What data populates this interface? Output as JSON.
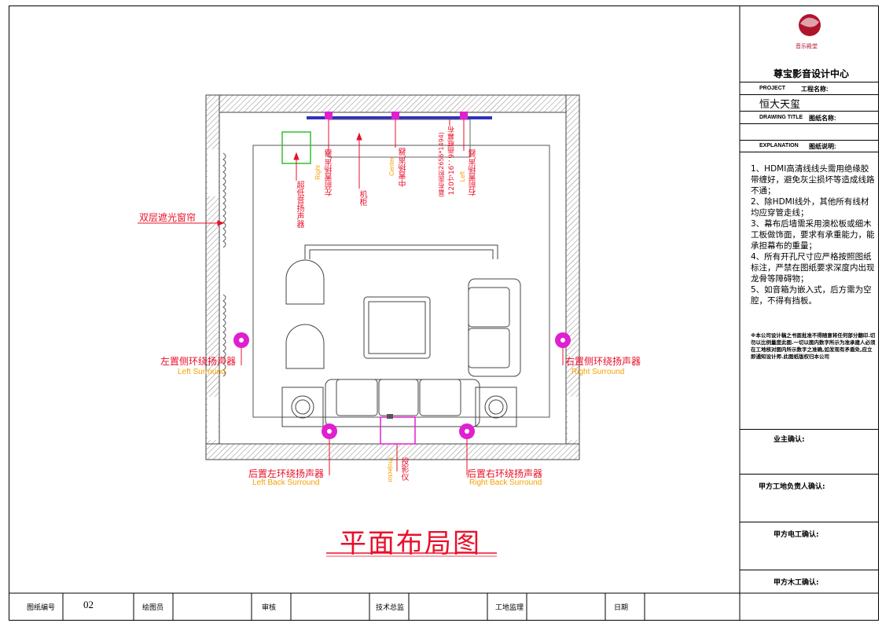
{
  "title_block": {
    "company": "尊宝影音设计中心",
    "logo_text": "音乐殿堂",
    "project_label_en": "PROJECT",
    "project_label_cn": "工程名称:",
    "project_name": "恒大天玺",
    "drawing_title_label_en": "DRAWING TITLE",
    "drawing_title_label_cn": "图纸名称:",
    "explanation_label_en": "EXPLANATION",
    "explanation_label_cn": "图纸说明:",
    "notes": [
      "1、HDMI高清线线头需用绝缘胶带缠好，避免灰尘损坏等造成线路不通；",
      "2、除HDMI线外，其他所有线材均应穿管走线；",
      "3、幕布后墙需采用澳松板或细木工板做饰面，要求有承重能力，能承担幕布的重量；",
      "4、所有开孔尺寸应严格按照图纸标注，严禁在图纸要求深度内出现龙骨等障碍物；",
      "5、如音箱为嵌入式，后方需为空腔，不得有挡板。"
    ],
    "disclaimer": "※本公司设计稿之书面批准不得随意将任何部分翻印.切勿以比例量度此图.一切以图内数字所示为准承建人必须在工地核对图内所示数字之准确,如发现有矛盾处,应立即通知设计师.此图纸版权归本公司",
    "confirmations": [
      "业主确认:",
      "甲方工地负责人确认:",
      "甲方电工确认:",
      "甲方木工确认:"
    ]
  },
  "bottom_bar": {
    "drawing_no_label": "图纸编号",
    "drawing_no": "02",
    "drafter_label": "绘图员",
    "reviewer_label": "审核",
    "tech_director_label": "技术总监",
    "site_supervisor_label": "工地监理",
    "date_label": "日期"
  },
  "plan_labels": {
    "drawing_title": "平面布局图",
    "curtain": "双层遮光窗帘",
    "left_surround_cn": "左置侧环绕扬声器",
    "left_surround_en": "Left Surround",
    "right_surround_cn": "右置侧环绕扬声器",
    "right_surround_en": "Right Surround",
    "rear_left_cn": "后置左环绕扬声器",
    "rear_left_en": "Left Back Surround",
    "rear_right_cn": "后置右环绕扬声器",
    "rear_right_en": "Right Back Surround",
    "projector_cn": "投影仪",
    "projector_en": "Projector",
    "front_left_cn": "左前置扬声器",
    "front_left_en": "Right",
    "center_cn": "中置扬声器",
    "center_en": "Center",
    "front_right_cn": "右前置扬声器",
    "front_right_en": "Left",
    "subwoofer_cn": "超低音扬声器",
    "cabinet_cn": "机柜",
    "screen_cn": "120寸16：9画框幕布",
    "screen_size": "(幕布面积2656*1494)"
  },
  "colors": {
    "red_label": "#e8102a",
    "orange_label": "#f5a000",
    "speaker_magenta": "#e020d0",
    "screen_blue": "#3030c0",
    "subwoofer_green": "#30c030"
  }
}
